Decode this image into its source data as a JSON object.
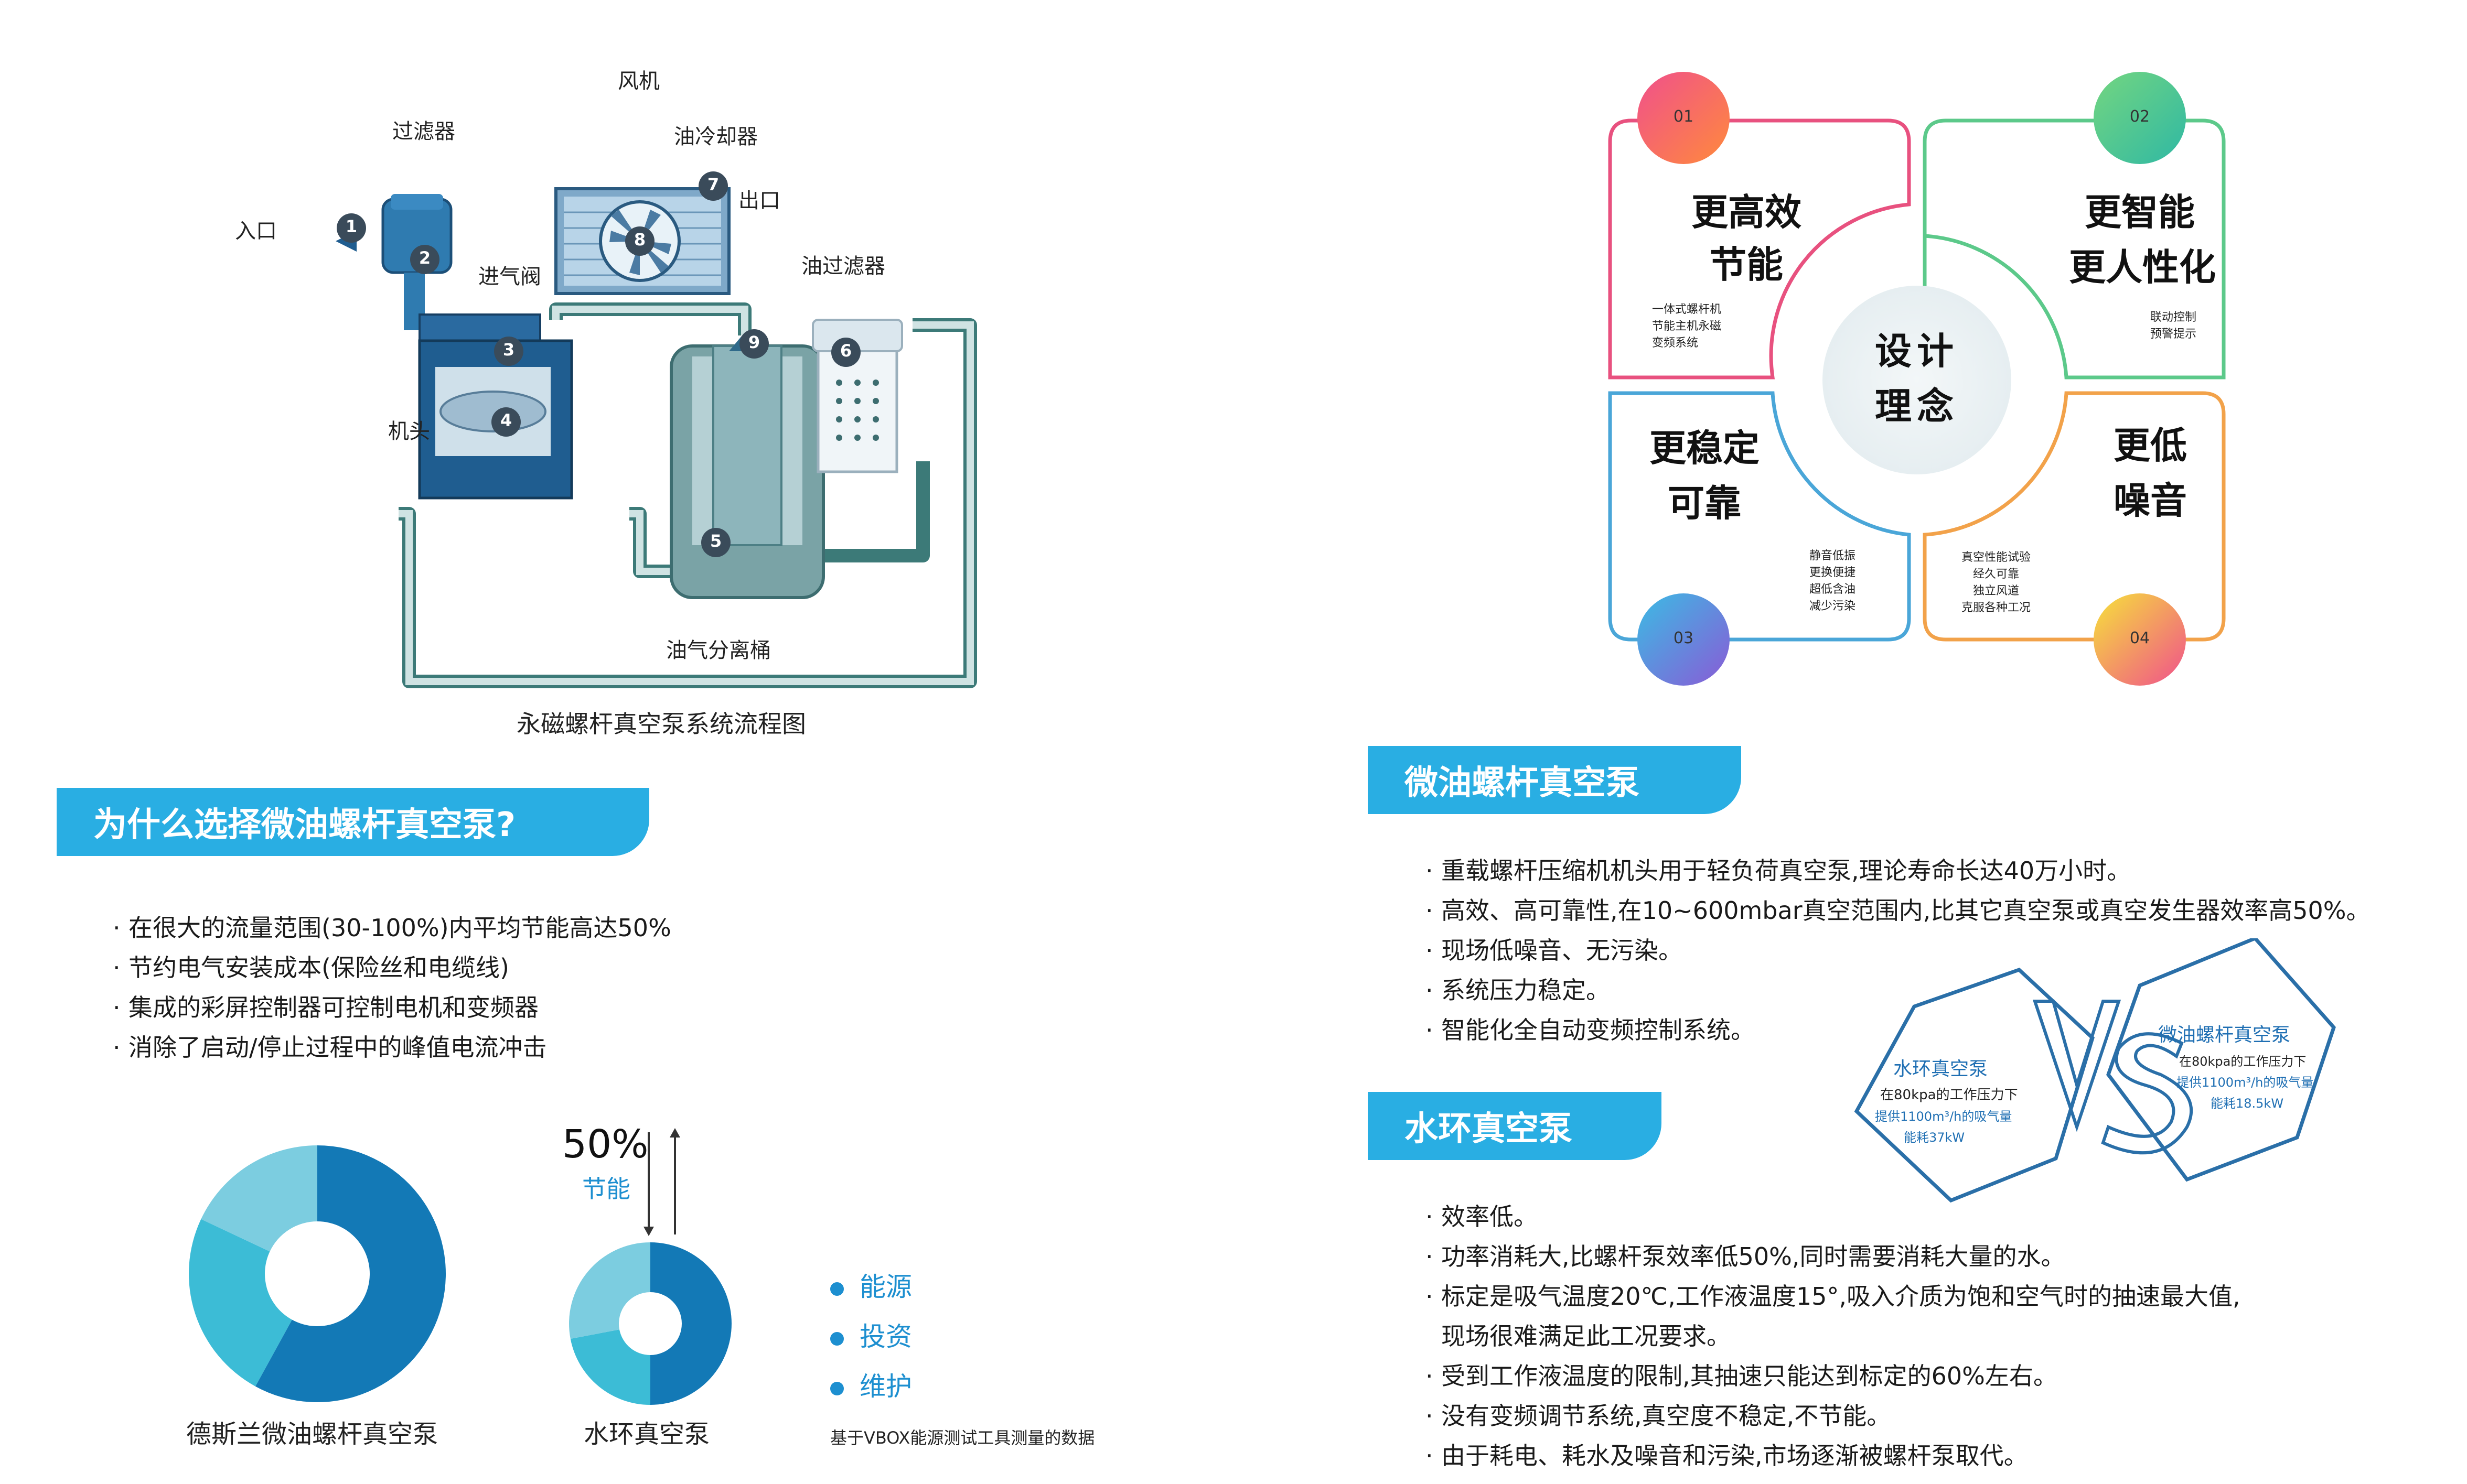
{
  "diagram": {
    "labels": {
      "inlet": "入口",
      "filter": "过滤器",
      "intake_valve": "进气阀",
      "fan": "风机",
      "oil_cooler": "油冷却器",
      "outlet": "出口",
      "oil_filter": "油过滤器",
      "head": "机头",
      "separator": "油气分离桶"
    },
    "numbers": [
      "1",
      "2",
      "3",
      "4",
      "5",
      "6",
      "7",
      "8",
      "9"
    ],
    "caption": "永磁螺杆真空泵系统流程图"
  },
  "why": {
    "title": "为什么选择微油螺杆真空泵?",
    "items": [
      "在很大的流量范围(30-100%)内平均节能高达50%",
      "节约电气安装成本(保险丝和电缆线)",
      "集成的彩屏控制器可控制电机和变频器",
      "消除了启动/停止过程中的峰值电流冲击"
    ]
  },
  "savings": {
    "percent_label": "50%",
    "label": "节能",
    "donut_left_label": "德斯兰微油螺杆真空泵",
    "donut_right_label": "水环真空泵",
    "legend": [
      "能源",
      "投资",
      "维护"
    ],
    "note": "基于VBOX能源测试工具测量的数据",
    "colors": [
      "#1379b6",
      "#3cbcd6",
      "#7ccde0"
    ]
  },
  "concept": {
    "center": [
      "设计",
      "理念"
    ],
    "quadrants": [
      {
        "num": "01",
        "title": [
          "更高效",
          "节能"
        ],
        "subs": [
          "一体式螺杆机",
          "节能主机永磁",
          "变频系统"
        ]
      },
      {
        "num": "02",
        "title": [
          "更智能",
          "更人性化"
        ],
        "subs": [
          "联动控制",
          "预警提示"
        ]
      },
      {
        "num": "03",
        "title": [
          "更稳定",
          "可靠"
        ],
        "subs": [
          "静音低振",
          "更换便捷",
          "超低含油",
          "减少污染"
        ]
      },
      {
        "num": "04",
        "title": [
          "更低",
          "噪音"
        ],
        "subs": [
          "真空性能试验",
          "经久可靠",
          "独立风道",
          "克服各种工况"
        ]
      }
    ]
  },
  "micro_oil": {
    "title": "微油螺杆真空泵",
    "items": [
      "重载螺杆压缩机机头用于轻负荷真空泵,理论寿命长达40万小时。",
      "高效、高可靠性,在10~600mbar真空范围内,比其它真空泵或真空发生器效率高50%。",
      "现场低噪音、无污染。",
      "系统压力稳定。",
      "智能化全自动变频控制系统。"
    ]
  },
  "water_ring": {
    "title": "水环真空泵",
    "items": [
      "效率低。",
      "功率消耗大,比螺杆泵效率低50%,同时需要消耗大量的水。",
      "标定是吸气温度20℃,工作液温度15°,吸入介质为饱和空气时的抽速最大值,",
      "现场很难满足此工况要求。",
      "受到工作液温度的限制,其抽速只能达到标定的60%左右。",
      "没有变频调节系统,真空度不稳定,不节能。",
      "由于耗电、耗水及噪音和污染,市场逐渐被螺杆泵取代。"
    ]
  },
  "vs": {
    "left_title": "水环真空泵",
    "left_lines": [
      "在80kpa的工作压力下",
      "提供1100m³/h的吸气量",
      "能耗37kW"
    ],
    "right_title": "微油螺杆真空泵",
    "right_lines": [
      "在80kpa的工作压力下",
      "提供1100m³/h的吸气量",
      "能耗18.5kW"
    ],
    "vs_text": "VS"
  }
}
